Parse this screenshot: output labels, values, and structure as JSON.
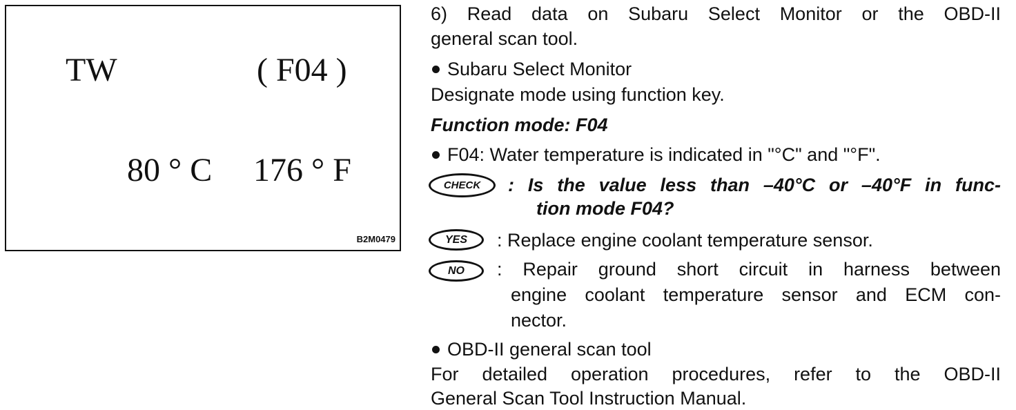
{
  "figure": {
    "display_label": "TW",
    "display_mode": "( F04 )",
    "display_celsius": "80 ° C",
    "display_fahrenheit": "176 ° F",
    "figure_id": "B2M0479"
  },
  "instructions": {
    "step_line1": "6) Read data on Subaru Select Monitor or the OBD-II",
    "step_line2": "general scan tool.",
    "bullet_ssm": "Subaru Select Monitor",
    "designate": "Designate mode using function key.",
    "function_mode": "Function mode: F04",
    "bullet_f04": "F04: Water temperature is indicated in \"°C\" and \"°F\".",
    "check_badge": "CHECK",
    "check_line1": ": Is the value less than –40°C or –40°F in func-",
    "check_line2": "tion mode F04?",
    "yes_badge": "YES",
    "yes_text": ": Replace engine coolant temperature sensor.",
    "no_badge": "NO",
    "no_line1": ": Repair ground short circuit in harness between",
    "no_line2": "engine coolant temperature sensor and ECM con-",
    "no_line3": "nector.",
    "bullet_obd": "OBD-II general scan tool",
    "detail_line1": "For detailed operation procedures, refer to the OBD-II",
    "detail_line2": "General Scan Tool Instruction Manual."
  }
}
